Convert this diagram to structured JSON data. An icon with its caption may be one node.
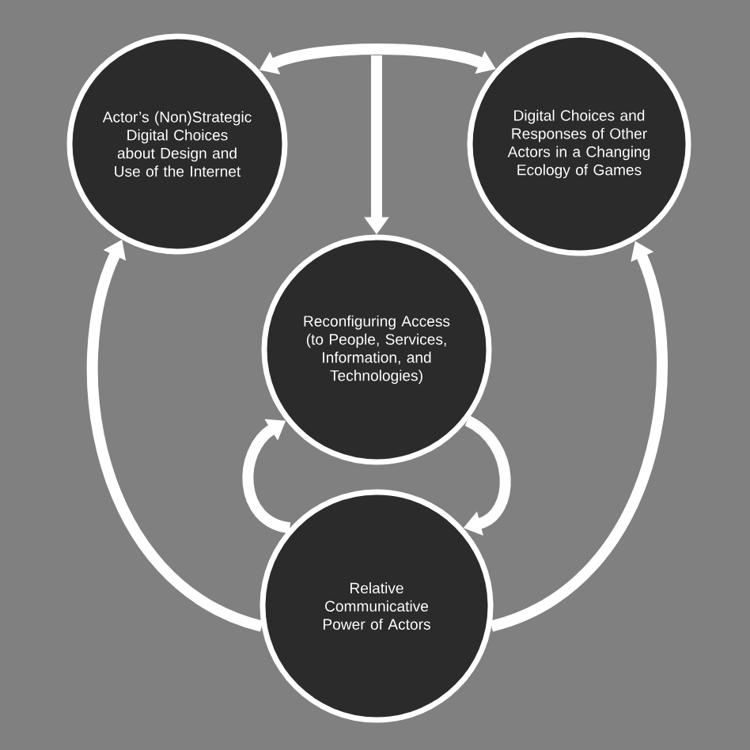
{
  "diagram": {
    "nodes": [
      {
        "text": [
          "Actor’s (Non)Strategic Digital Choices about Design and Use of the Internet"
        ]
      },
      {
        "text": [
          "Digital Choices and Responses of Other Actors in a Changing Ecology of Games"
        ]
      },
      {
        "text": [
          "Reconfiguring Access (to People, Services, Information, and Technologies)"
        ]
      },
      {
        "text": [
          "Relative Communicative Power of Actors"
        ]
      }
    ],
    "edges": [
      {
        "from": 0,
        "to": 1,
        "arrow": "both"
      },
      {
        "from": null,
        "to": 2,
        "arrow": "to"
      },
      {
        "from": 3,
        "to": 0,
        "arrow": "to"
      },
      {
        "from": 3,
        "to": 1,
        "arrow": "to"
      },
      {
        "from": 3,
        "to": 2,
        "arrow": "to"
      },
      {
        "from": 2,
        "to": 3,
        "arrow": "to"
      }
    ]
  }
}
